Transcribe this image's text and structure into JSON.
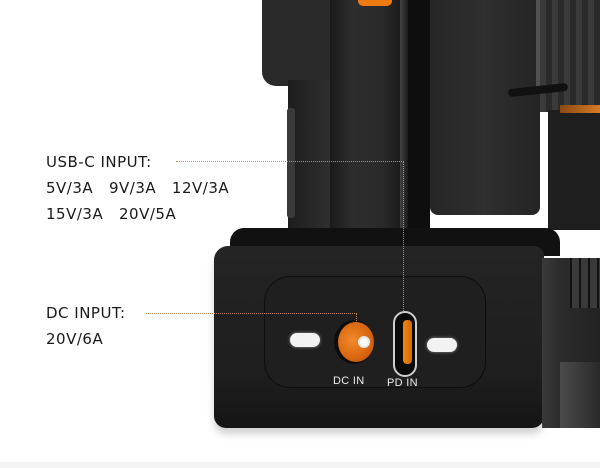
{
  "callouts": {
    "usb_c": {
      "title": "USB-C INPUT:",
      "specs_line1": "5V/3A   9V/3A   12V/3A",
      "specs_line2": "15V/3A   20V/5A",
      "specs": [
        "5V/3A",
        "9V/3A",
        "12V/3A",
        "15V/3A",
        "20V/5A"
      ]
    },
    "dc": {
      "title": "DC INPUT:",
      "specs_line1": "20V/6A",
      "specs": [
        "20V/6A"
      ]
    }
  },
  "device": {
    "ports": [
      {
        "id": "dc",
        "label": "DC IN",
        "icon": "dc-barrel-jack-icon"
      },
      {
        "id": "pd",
        "label": "PD IN",
        "icon": "usb-c-port-icon"
      }
    ],
    "indicators": [
      "led-left",
      "led-right"
    ]
  },
  "colors": {
    "accent_orange": "#f07a12",
    "leader_line": "#c58a5a",
    "device_body": "#222222",
    "text": "#1a1a1a",
    "background": "#ffffff"
  }
}
